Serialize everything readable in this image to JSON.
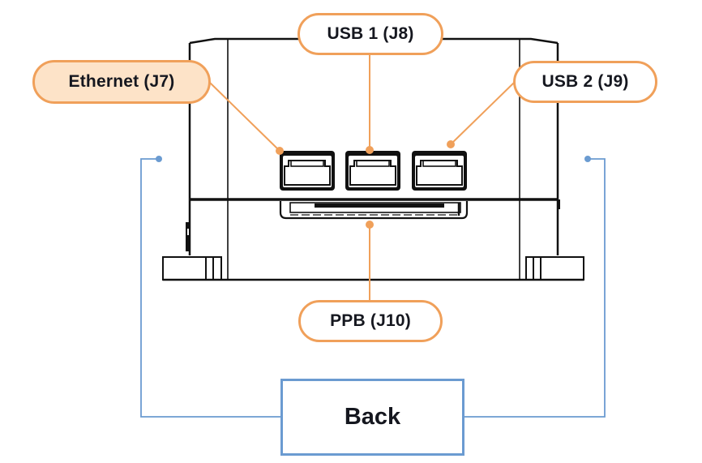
{
  "diagram": {
    "title": "Back panel connectors",
    "colors": {
      "label_border": "#f0a05a",
      "label_highlight_fill": "#fde3c8",
      "leader_line": "#f0a05a",
      "view_connector": "#6b9bd1",
      "outline": "#111111",
      "text": "#15171f"
    },
    "labels": [
      {
        "id": "ethernet",
        "text": "Ethernet (J7)",
        "highlighted": true,
        "points_to": "port-1"
      },
      {
        "id": "usb1",
        "text": "USB 1 (J8)",
        "highlighted": false,
        "points_to": "port-2"
      },
      {
        "id": "usb2",
        "text": "USB 2 (J9)",
        "highlighted": false,
        "points_to": "port-3"
      },
      {
        "id": "ppb",
        "text": "PPB (J10)",
        "highlighted": false,
        "points_to": "edge-connector"
      }
    ],
    "view_label": "Back"
  }
}
